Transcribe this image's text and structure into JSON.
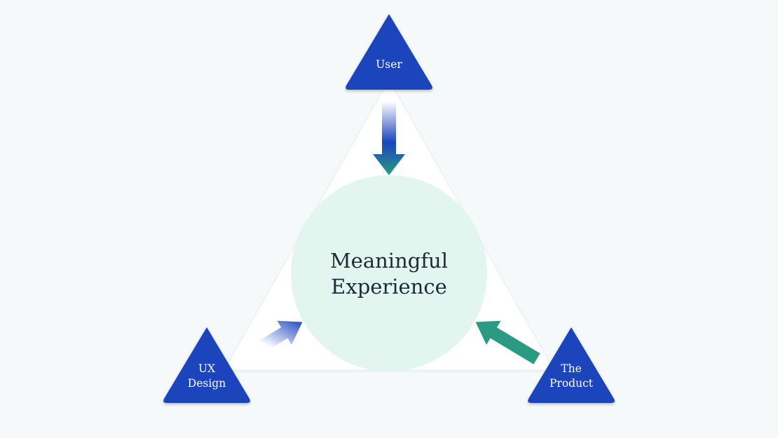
{
  "center": {
    "line1": "Meaningful",
    "line2": "Experience"
  },
  "nodes": {
    "user": {
      "label": "User"
    },
    "ux_design": {
      "line1": "UX",
      "line2": "Design"
    },
    "the_product": {
      "line1": "The",
      "line2": "Product"
    }
  },
  "colors": {
    "background": "#f6f9fa",
    "big_triangle": "#ffffff",
    "center_circle": "#e2f5ee",
    "node_fill": "#1c45bd",
    "arrow_start": "#ffffff",
    "arrow_mid": "#1c45bd",
    "arrow_head": "#2a9a84"
  }
}
